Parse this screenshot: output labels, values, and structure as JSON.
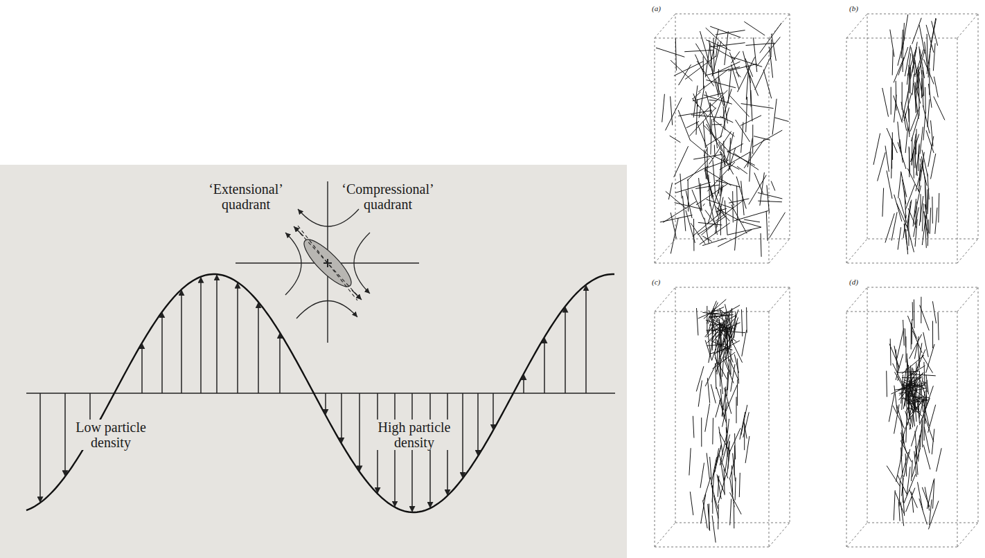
{
  "diagram": {
    "labels": [
      "‘Extensional’ quadrant",
      "‘Compressional’ quadrant",
      "Low particle density",
      "High particle density",
      "(a)",
      "(b)",
      "(c)",
      "(d)"
    ]
  }
}
